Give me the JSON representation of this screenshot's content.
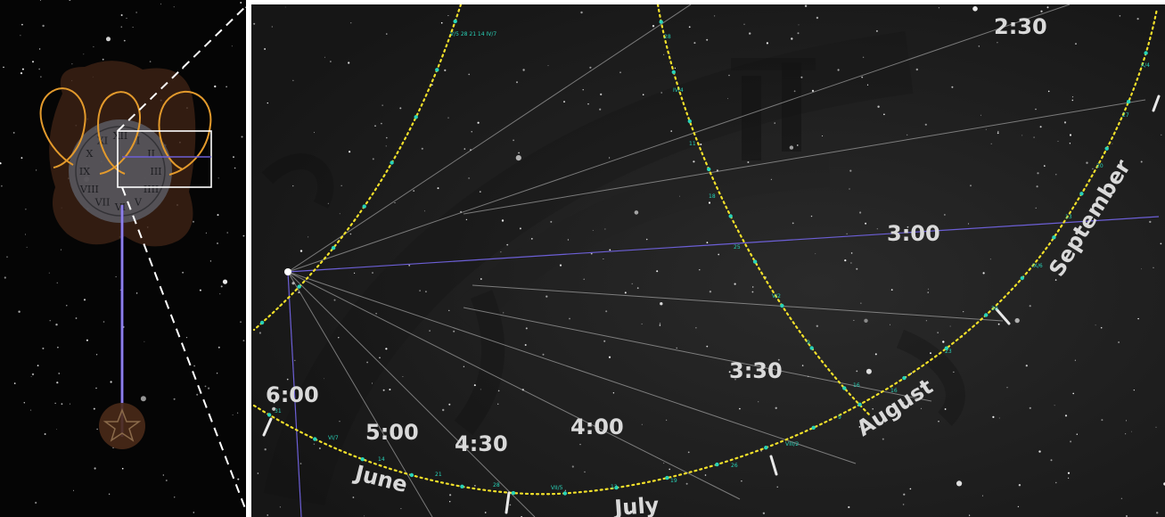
{
  "overview": {
    "title": "",
    "clock_numerals": [
      "XII",
      "I",
      "II",
      "III",
      "IIII",
      "V",
      "VI",
      "VII",
      "VIII",
      "IX",
      "X",
      "XI"
    ]
  },
  "zoom": {
    "hour_labels": [
      "2:30",
      "3:00",
      "3:30",
      "4:00",
      "4:30",
      "5:00",
      "6:00"
    ],
    "month_labels": [
      "June",
      "July",
      "August",
      "September"
    ],
    "big_numeral": "II",
    "ecliptic_ticks": [
      "31",
      "VI/7",
      "14",
      "21",
      "28",
      "VII/5",
      "12",
      "19",
      "26",
      "VIII/2",
      "9",
      "16",
      "23",
      "30",
      "IX/6",
      "13",
      "20",
      "27",
      "X/4"
    ],
    "loop_left_ticks": "V/5 28 21 14 IV/7",
    "loop_right_ticks": [
      "28",
      "IV/4",
      "11",
      "18",
      "25",
      "V/2",
      "9",
      "16"
    ]
  },
  "colors": {
    "background": "#161616",
    "ecliptic": "#f2e02a",
    "tick_dot": "#29d3b8",
    "hour_line": "#c9c9c9",
    "violet_line": "#6c5fd6",
    "loop": "#e39a2c",
    "label": "#d9d9d9"
  }
}
